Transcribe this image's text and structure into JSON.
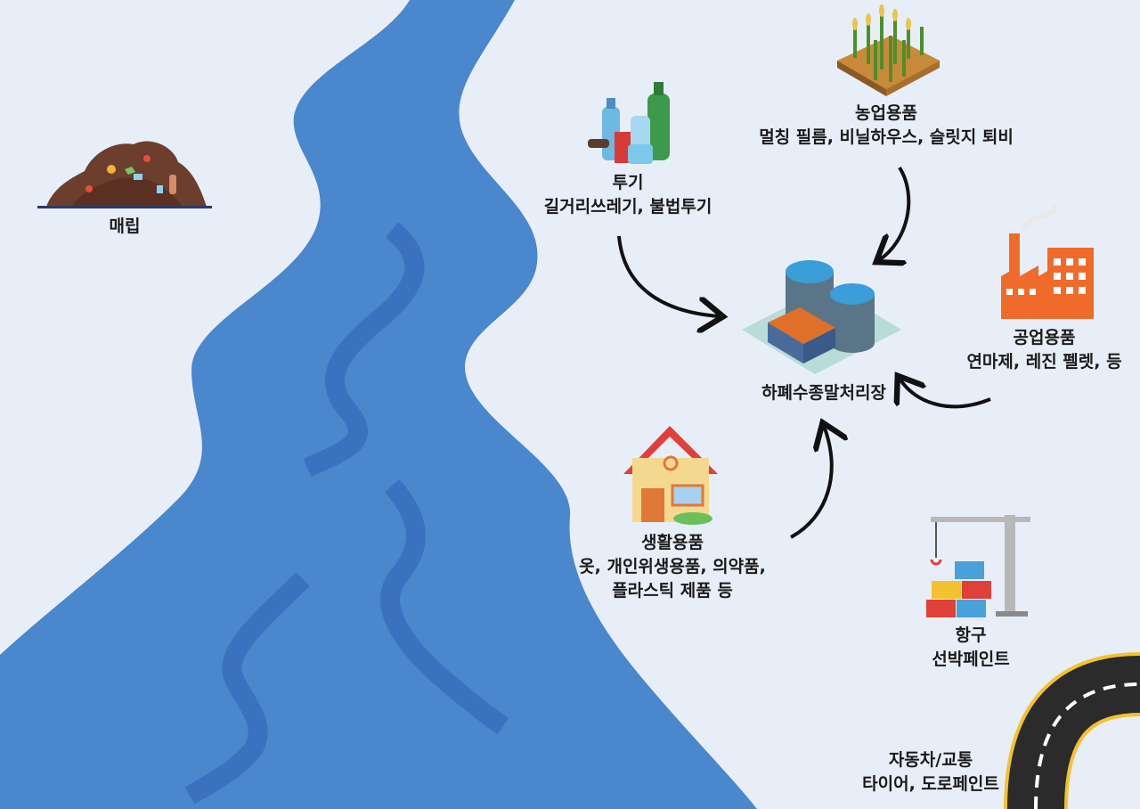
{
  "center": {
    "label": "하폐수종말처리장"
  },
  "sources": {
    "landfill": {
      "title": "매립"
    },
    "dumping": {
      "title": "투기",
      "detail": "길거리쓰레기, 불법투기"
    },
    "agriculture": {
      "title": "농업용품",
      "detail": "멀칭 필름, 비닐하우스, 슬릿지 퇴비"
    },
    "industry": {
      "title": "공업용품",
      "detail": "연마제, 레진 펠렛, 등"
    },
    "household": {
      "title": "생활용품",
      "detail_line1": "옷, 개인위생용품, 의약품,",
      "detail_line2": "플라스틱 제품 등"
    },
    "port": {
      "title": "항구",
      "detail": "선박페인트"
    },
    "traffic": {
      "title": "자동차/교통",
      "detail": "타이어, 도로페인트"
    }
  },
  "colors": {
    "background": "#e8eef8",
    "river": "#4a87cc",
    "river_waves": "#3a72c0",
    "arrow": "#111111",
    "factory": "#f06a2a",
    "house_roof": "#e0403a",
    "road": "#2b2b2b",
    "road_edge": "#f2c230"
  }
}
